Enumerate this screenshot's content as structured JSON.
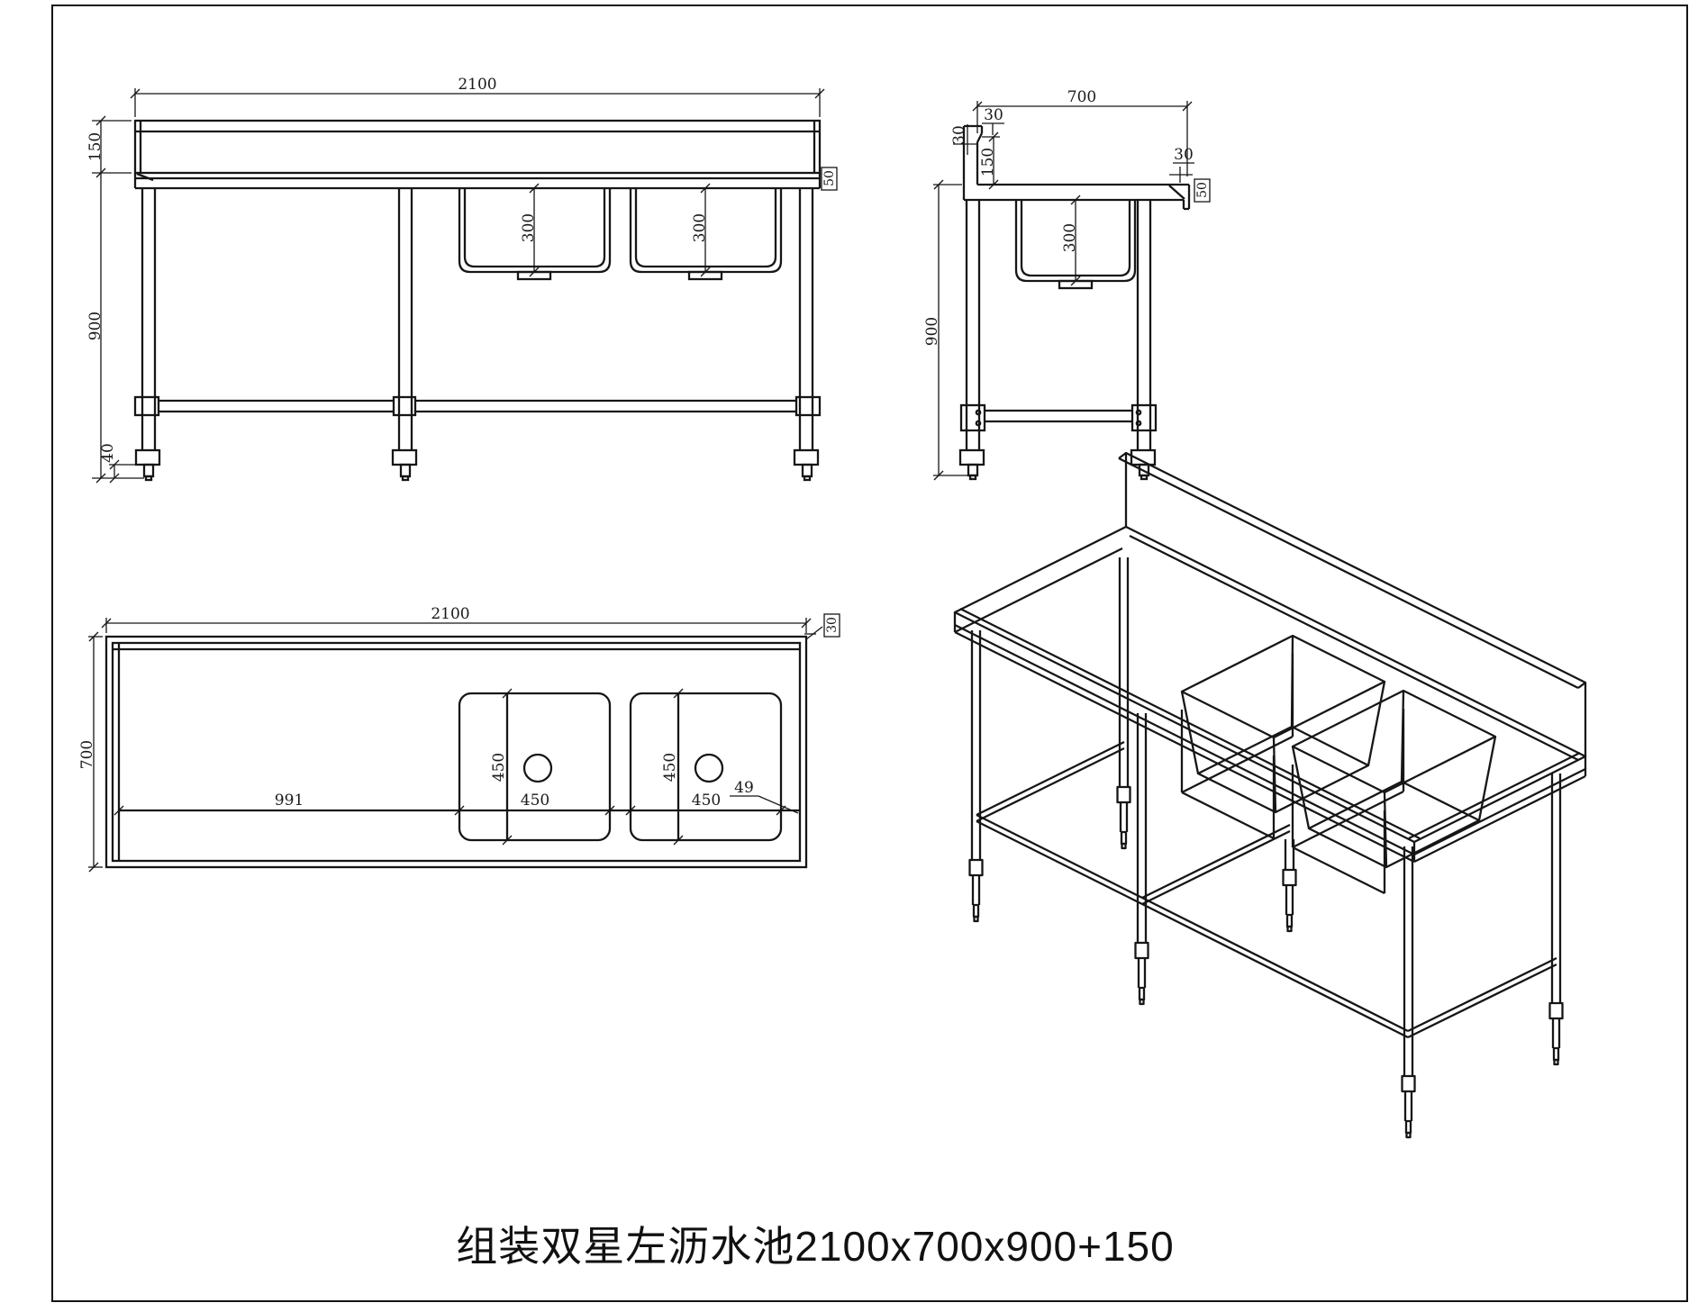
{
  "sheet": {
    "title": "组装双星左沥水池2100x700x900+150"
  },
  "views": {
    "front": {
      "width": "2100",
      "backsplash_height": "150",
      "table_height": "900",
      "foot_adjust": "40",
      "sink1_depth": "300",
      "sink2_depth": "300",
      "edge_height": "50"
    },
    "side": {
      "depth": "700",
      "fold_top": "30",
      "fold_rear": "30",
      "backsplash_height": "150",
      "sink_depth": "300",
      "table_height": "900",
      "front_fold": "30",
      "edge_height": "50"
    },
    "plan": {
      "width": "2100",
      "depth": "700",
      "drainboard_length": "991",
      "sink1_length": "450",
      "sink1_width": "450",
      "sink2_length": "450",
      "sink2_width": "450",
      "corner_gap": "49",
      "edge_fold": "30"
    }
  }
}
